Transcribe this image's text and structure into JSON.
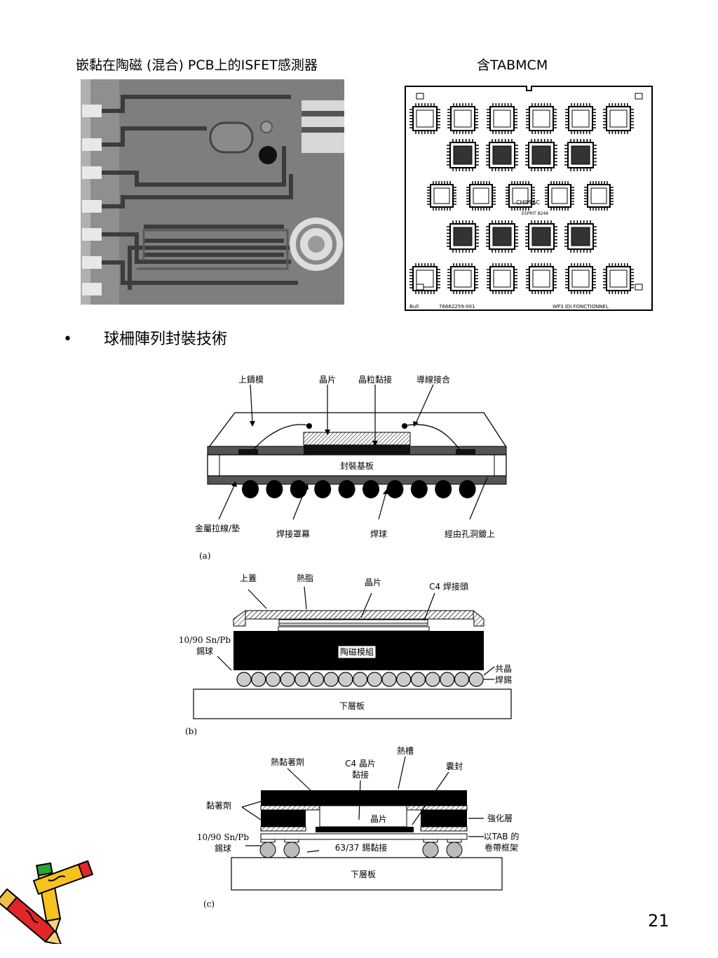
{
  "captions": {
    "left": "嵌黏在陶磁 (混合) PCB上的ISFET感測器",
    "right": "含TABMCM"
  },
  "bullet": {
    "symbol": "•",
    "text": "球柵陣列封裝技術"
  },
  "mcm_board": {
    "logo": "CHIPPAC",
    "mark": "ESPRIT 8248",
    "footer_left": "Bull",
    "footer_code": "76662259-001",
    "footer_right": "WP3 IDI FONCTIONNEL"
  },
  "diagram_a": {
    "label": "(a)",
    "top_labels": [
      "上鑄模",
      "晶片",
      "晶粒黏接",
      "導線接合"
    ],
    "center_label": "封裝基板",
    "bottom_labels": [
      "金屬拉線/墊",
      "焊接罩幕",
      "焊球",
      "經由孔洞鍍上"
    ]
  },
  "diagram_b": {
    "label": "(b)",
    "top_labels": [
      "上蓋",
      "熱脂",
      "晶片",
      "C4 焊接頭"
    ],
    "left_label": [
      "10/90 Sn/Pb",
      "錫球"
    ],
    "center_label": "陶磁模組",
    "right_label": [
      "共晶",
      "焊錫"
    ],
    "base_label": "下層板"
  },
  "diagram_c": {
    "label": "(c)",
    "top_labels": [
      "熱黏著劑",
      "熱槽",
      "囊封"
    ],
    "c4_label": [
      "C4 晶片",
      "黏接"
    ],
    "adhesive_label": "黏著劑",
    "chip_label": "晶片",
    "right_labels": [
      "強化層",
      "以TAB 的",
      "卷帶框架"
    ],
    "left_label": [
      "10/90 Sn/Pb",
      "錫球"
    ],
    "bond_label": "63/37 錫黏接",
    "base_label": "下層板"
  },
  "page_number": "21"
}
